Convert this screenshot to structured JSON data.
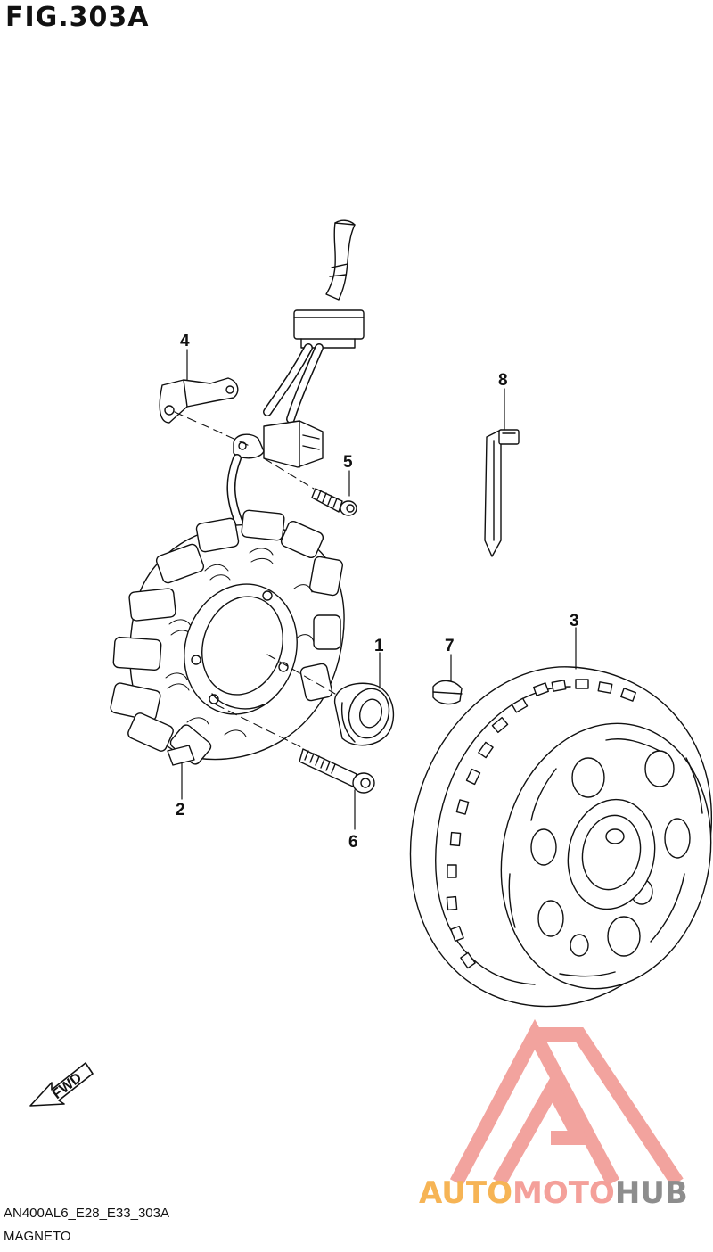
{
  "figure": {
    "title": "FIG.303A",
    "code": "AN400AL6_E28_E33_303A",
    "name": "MAGNETO"
  },
  "callouts": [
    {
      "num": "1",
      "part": "nut"
    },
    {
      "num": "2",
      "part": "stator"
    },
    {
      "num": "3",
      "part": "rotor"
    },
    {
      "num": "4",
      "part": "clamp"
    },
    {
      "num": "5",
      "part": "bolt"
    },
    {
      "num": "6",
      "part": "bolt"
    },
    {
      "num": "7",
      "part": "key"
    },
    {
      "num": "8",
      "part": "clamp"
    }
  ],
  "fwd_label": "FWD",
  "watermark": {
    "auto": "AUTO",
    "moto": "MOTO",
    "hub": "HUB",
    "colors": {
      "auto": "#f6b455",
      "moto": "#f4a09a",
      "hub": "#8d8d8d",
      "triangle": "#f19a94"
    }
  }
}
